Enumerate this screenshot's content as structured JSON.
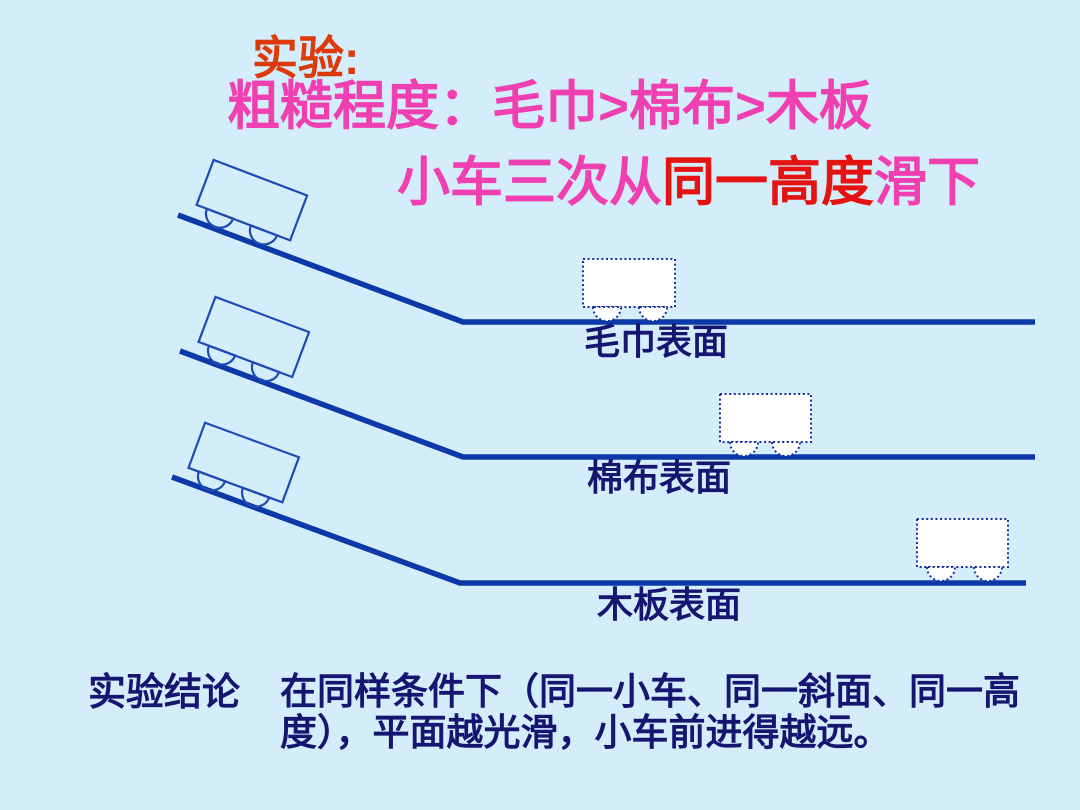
{
  "titles": {
    "experiment": "实验:",
    "roughness": "粗糙程度：毛巾>棉布>木板",
    "slide": {
      "prefix": "小车三次从",
      "highlight": "同一高度",
      "suffix": "滑下"
    }
  },
  "diagram": {
    "surfaces": [
      {
        "id": "towel",
        "label": "毛巾表面"
      },
      {
        "id": "cotton",
        "label": "棉布表面"
      },
      {
        "id": "wood",
        "label": "木板表面"
      }
    ]
  },
  "conclusion": {
    "heading": "实验结论",
    "line1": "在同样条件下（同一小车、同一斜面、同一高",
    "line2": "度），平面越光滑，小车前进得越远。"
  },
  "colors": {
    "background": "#D4EDFB",
    "track_blue": "#0C39A8",
    "cart_outline_blue": "#1E4AB4",
    "dotted_cart_navy": "#1B2FA0",
    "text_navy": "#161670",
    "heading_orange_red": "#DC3A0A",
    "heading_magenta": "#F03FB0",
    "highlight_red": "#E41210"
  }
}
